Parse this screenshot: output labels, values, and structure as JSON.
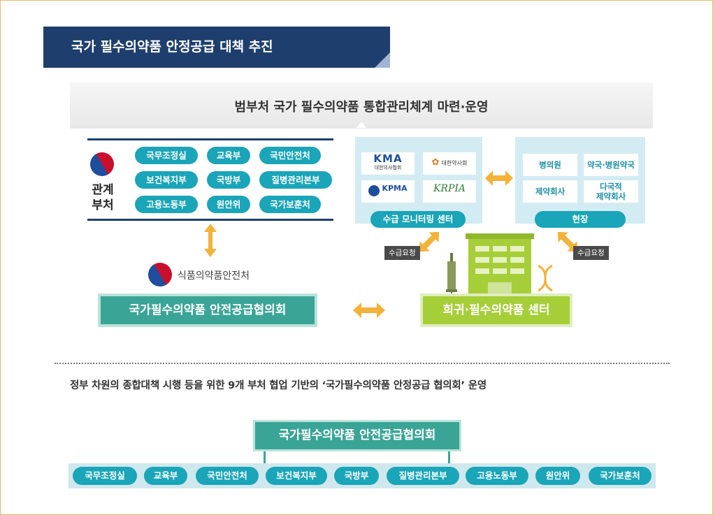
{
  "title": "국가 필수의약품 안정공급 대책 추진",
  "header": "범부처 국가 필수의약품 통합관리체계 마련·운영",
  "related": {
    "label_line1": "관계",
    "label_line2": "부처",
    "ministries": [
      "국무조정실",
      "교육부",
      "국민안전처",
      "보건복지부",
      "국방부",
      "질병관리본부",
      "고용노동부",
      "원안위",
      "국가보훈처"
    ]
  },
  "mfds": "식품의약품안전처",
  "council": "국가필수의약품 안전공급협의회",
  "monitor": {
    "label": "수급 모니터링 센터",
    "kma": {
      "mark": "KMA",
      "sub": "대한의사협회"
    },
    "kpa": "대한약사회",
    "kpma": "KPMA",
    "krpia": "KRPIA"
  },
  "field": {
    "label": "현장",
    "items": [
      "병의원",
      "약국·병원약국",
      "제약회사",
      "다국적\n제약회사"
    ]
  },
  "request_tag": "수급요청",
  "center": "희귀·필수의약품 센터",
  "summary": "정부 차원의 종합대책 시행 등을 위한 9개 부처 협업 기반의 ‘국가필수의약품 안정공급 협의회’ 운영",
  "bottom": {
    "council": "국가필수의약품 안전공급협의회",
    "members": [
      "국무조정실",
      "교육부",
      "국민안전처",
      "보건복지부",
      "국방부",
      "질병관리본부",
      "고용노동부",
      "원안위",
      "국가보훈처"
    ]
  },
  "colors": {
    "navy": "#1e3f6e",
    "teal": "#1aa5b8",
    "green": "#3aa596",
    "lime": "#a6ce39",
    "arrow": "#f3b23a"
  }
}
